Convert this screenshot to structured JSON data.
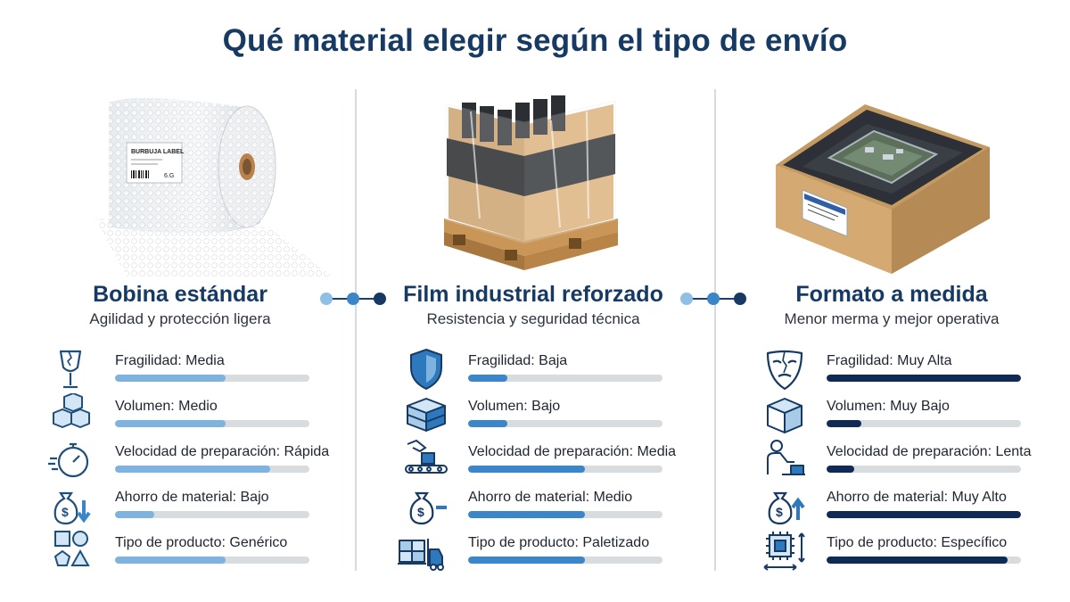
{
  "title": "Qué material elegir según el tipo de envío",
  "columns": [
    {
      "title": "Bobina estándar",
      "subtitle": "Agilidad y protección ligera",
      "image_label": "BURBUJA LABEL",
      "image_symbol": "6.G",
      "bar_color": "#7fb3df",
      "metrics": [
        {
          "label": "Fragilidad: Media",
          "icon": "broken-glass-icon",
          "level": 0.57
        },
        {
          "label": "Volumen: Medio",
          "icon": "stacked-boxes-icon",
          "level": 0.57
        },
        {
          "label": "Velocidad de preparación: Rápida",
          "icon": "stopwatch-icon",
          "level": 0.8
        },
        {
          "label": "Ahorro de material: Bajo",
          "icon": "money-bag-down-icon",
          "level": 0.2
        },
        {
          "label": "Tipo de producto: Genérico",
          "icon": "shapes-icon",
          "level": 0.57
        }
      ]
    },
    {
      "title": "Film industrial reforzado",
      "subtitle": "Resistencia y seguridad técnica",
      "bar_color": "#3a86c8",
      "metrics": [
        {
          "label": "Fragilidad: Baja",
          "icon": "shield-icon",
          "level": 0.2
        },
        {
          "label": "Volumen: Bajo",
          "icon": "wrapped-box-icon",
          "level": 0.2
        },
        {
          "label": "Velocidad de preparación: Media",
          "icon": "conveyor-hand-icon",
          "level": 0.6
        },
        {
          "label": "Ahorro de material: Medio",
          "icon": "money-bag-icon",
          "level": 0.6
        },
        {
          "label": "Tipo de producto: Paletizado",
          "icon": "forklift-icon",
          "level": 0.6
        }
      ]
    },
    {
      "title": "Formato a medida",
      "subtitle": "Menor merma y mejor operativa",
      "bar_color": "#0f2b55",
      "metrics": [
        {
          "label": "Fragilidad: Muy Alta",
          "icon": "mask-icon",
          "level": 1.0
        },
        {
          "label": "Volumen: Muy Bajo",
          "icon": "box-icon",
          "level": 0.18
        },
        {
          "label": "Velocidad de preparación: Lenta",
          "icon": "worker-desk-icon",
          "level": 0.14
        },
        {
          "label": "Ahorro de material: Muy Alto",
          "icon": "money-bag-up-icon",
          "level": 1.0
        },
        {
          "label": "Tipo de producto: Específico",
          "icon": "chip-measure-icon",
          "level": 0.93
        }
      ]
    }
  ]
}
